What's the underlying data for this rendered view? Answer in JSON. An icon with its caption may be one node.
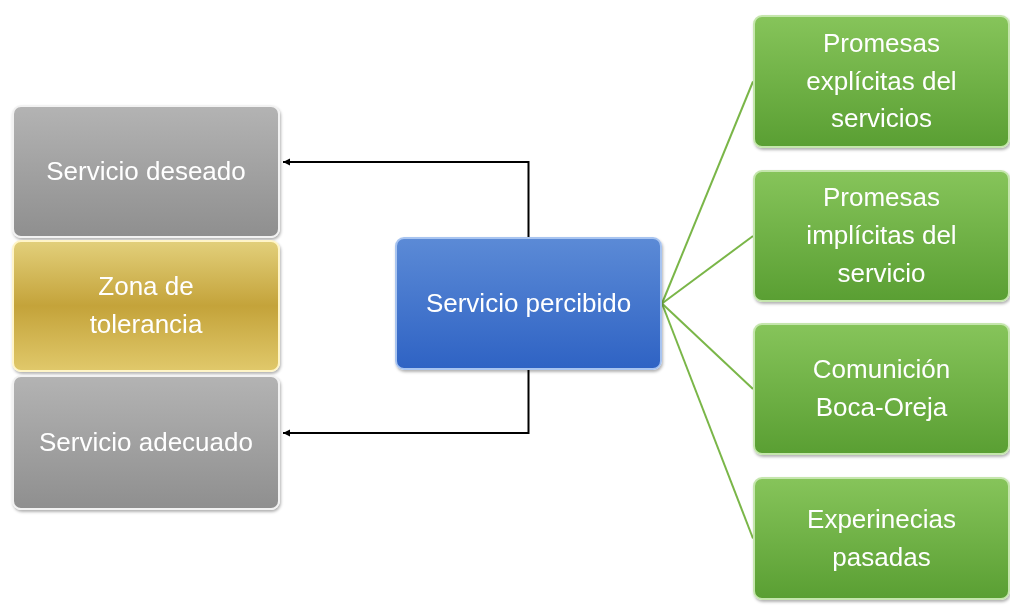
{
  "diagram": {
    "nodes": [
      {
        "text": [
          "Servicio deseado"
        ]
      },
      {
        "text": [
          "Zona de tolerancia"
        ]
      },
      {
        "text": [
          "Servicio adecuado"
        ]
      },
      {
        "text": [
          "Servicio percibido"
        ]
      },
      {
        "text": [
          "Promesas explícitas del servicios"
        ]
      },
      {
        "text": [
          "Promesas implícitas del servicio"
        ]
      },
      {
        "text": [
          "Comunición Boca-Oreja"
        ]
      },
      {
        "text": [
          "Experinecias pasadas"
        ]
      }
    ],
    "edges": [
      {
        "from": 3,
        "to": 0,
        "arrow": "to",
        "color": "#000000"
      },
      {
        "from": 3,
        "to": 2,
        "arrow": "to",
        "color": "#000000"
      },
      {
        "from": 3,
        "to": 4,
        "arrow": "none"
      },
      {
        "from": 3,
        "to": 5,
        "arrow": "none"
      },
      {
        "from": 3,
        "to": 6,
        "arrow": "none"
      },
      {
        "from": 3,
        "to": 7,
        "arrow": "none"
      }
    ]
  }
}
